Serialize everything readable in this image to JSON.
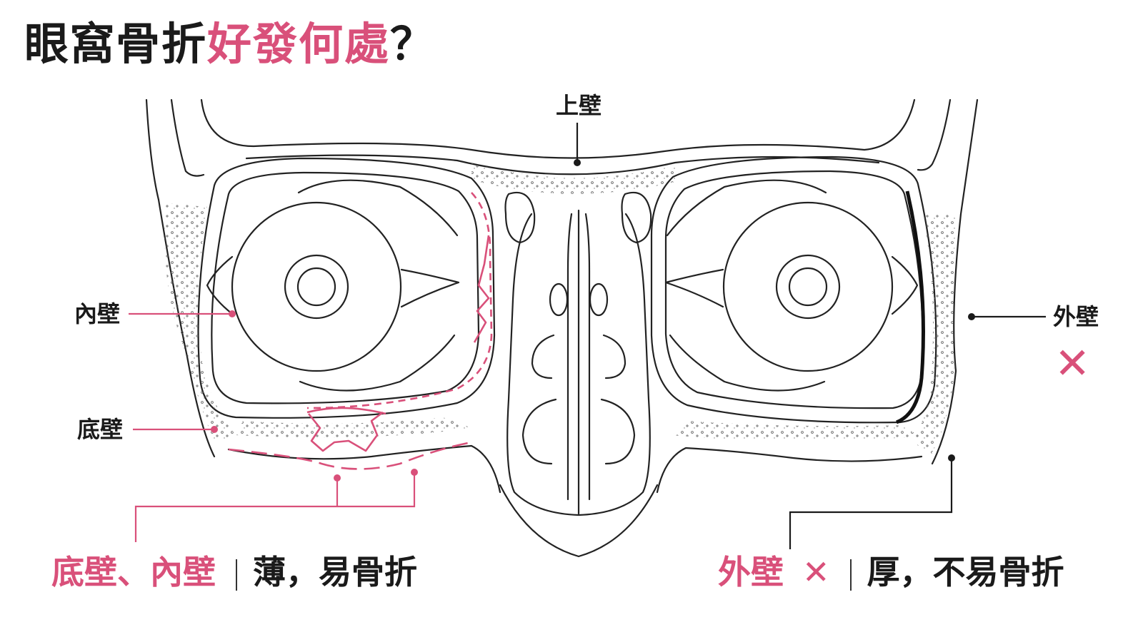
{
  "title": {
    "part1": "眼窩骨折",
    "part2": "好發何處",
    "mark": "？"
  },
  "labels": {
    "superior_wall": "上壁",
    "medial_wall": "內壁",
    "floor_wall": "底壁",
    "lateral_wall": "外壁",
    "lateral_x": "✕"
  },
  "captions": {
    "left_highlight": "底壁、內壁",
    "left_desc": "薄，易骨折",
    "right_highlight": "外壁",
    "right_x": "✕",
    "right_desc": "厚，不易骨折"
  },
  "colors": {
    "accent": "#d9507a",
    "line": "#1a1a1a",
    "outline": "#222222"
  }
}
